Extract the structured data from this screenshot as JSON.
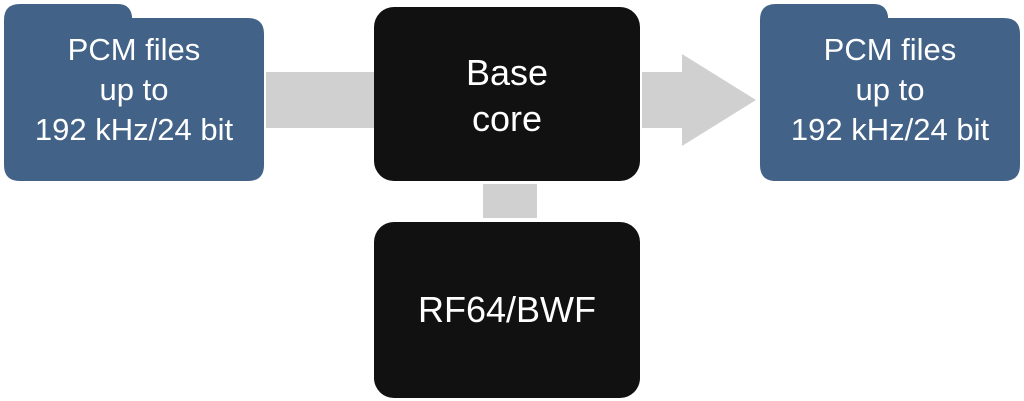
{
  "diagram": {
    "input_folder": {
      "label": "PCM files\nup to\n192 kHz/24 bit"
    },
    "core_box": {
      "label": "Base\ncore"
    },
    "output_folder": {
      "label": "PCM files\nup to\n192 kHz/24 bit"
    },
    "format_box": {
      "label": "RF64/BWF"
    }
  },
  "colors": {
    "folder_fill": "#426287",
    "box_fill": "#111111",
    "connector_fill": "#d0d0d0",
    "text": "#ffffff"
  },
  "icons": {
    "input": "folder-icon",
    "output": "folder-icon",
    "flow": "arrow-right-icon"
  }
}
